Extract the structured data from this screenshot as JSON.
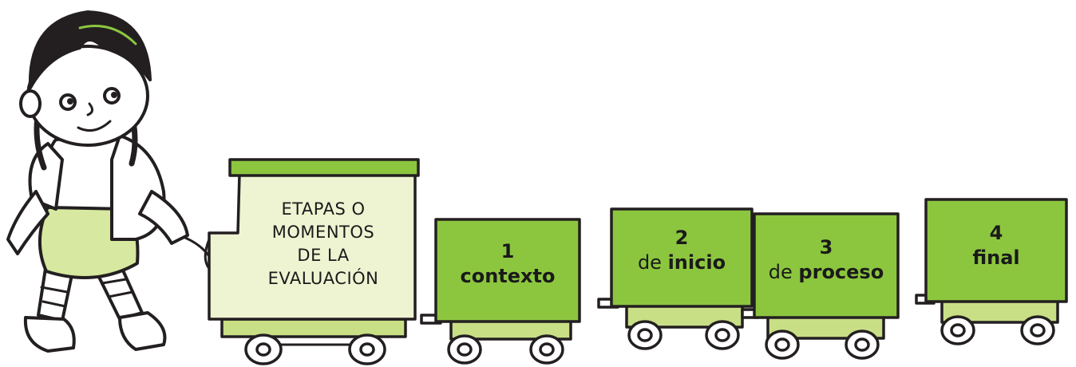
{
  "engine": {
    "lines": [
      "ETAPAS O",
      "MOMENTOS",
      "DE LA",
      "EVALUACIÓN"
    ]
  },
  "cars": [
    {
      "number": "1",
      "prefix": "",
      "word": "contexto"
    },
    {
      "number": "2",
      "prefix": "de ",
      "word": "inicio"
    },
    {
      "number": "3",
      "prefix": "de ",
      "word": "proceso"
    },
    {
      "number": "4",
      "prefix": "",
      "word": "final"
    }
  ],
  "colors": {
    "engine_body": "#eef4d2",
    "engine_roof": "#8cc63f",
    "car_body": "#8cc63f",
    "outline": "#231f20",
    "skirt": "#c9df86"
  },
  "icons": [
    "girl-illustration",
    "wheel-icon"
  ]
}
